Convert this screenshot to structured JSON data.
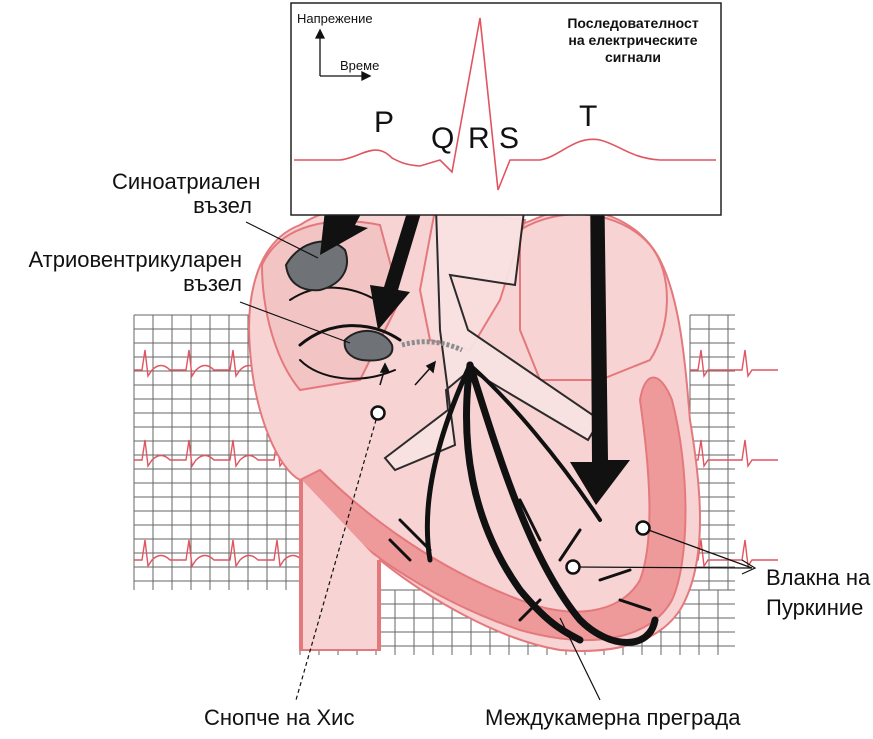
{
  "box": {
    "axis_y_label": "Напрежение",
    "axis_x_label": "Време",
    "title_lines": [
      "Последователност",
      "на електрическите",
      "сигнали"
    ]
  },
  "waves": {
    "p": "P",
    "q": "Q",
    "r": "R",
    "s": "S",
    "t": "T"
  },
  "labels": {
    "sa_node": [
      "Синоатриален",
      "възел"
    ],
    "av_node": [
      "Атриовентрикуларен",
      "възел"
    ],
    "bundle_his": "Снопче на Хис",
    "septum": "Междукамерна преграда",
    "purkinje": [
      "Влакна на",
      "Пуркиние"
    ]
  },
  "colors": {
    "heart_fill": "#f7d3d3",
    "heart_dark": "#ef9a9a",
    "heart_stroke": "#e4797d",
    "ecg_line": "#e05560",
    "grid": "#555555",
    "node_gray": "#6f7377"
  }
}
